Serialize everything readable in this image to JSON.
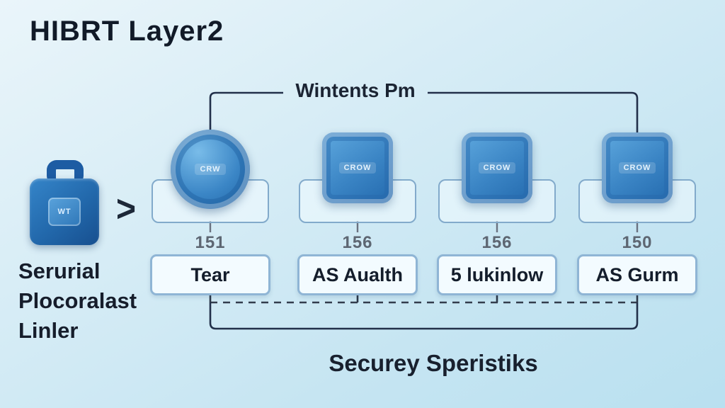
{
  "title": "HIBRT Layer2",
  "left": {
    "icon_label": "WT",
    "caption_lines": [
      "Serurial",
      "Plocoralast",
      "Linler"
    ]
  },
  "arrow": ">",
  "top_label": "Wintents Pm",
  "bottom_label": "Securey Speristiks",
  "nodes": [
    {
      "icon_text": "CRW",
      "number": "151",
      "box_label": "Tear"
    },
    {
      "icon_text": "CROW",
      "number": "156",
      "box_label": "AS Aualth"
    },
    {
      "icon_text": "CROW",
      "number": "156",
      "box_label": "5 lukinlow"
    },
    {
      "icon_text": "CROW",
      "number": "150",
      "box_label": "AS Gurm"
    }
  ],
  "colors": {
    "background_top": "#eaf5fa",
    "background_bottom": "#b9e0f0",
    "icon_blue": "#2f7fc6",
    "line_dark": "#22304a",
    "box_border": "#8fb5d5",
    "text_dark": "#141d2b",
    "number_gray": "#5d6672"
  }
}
